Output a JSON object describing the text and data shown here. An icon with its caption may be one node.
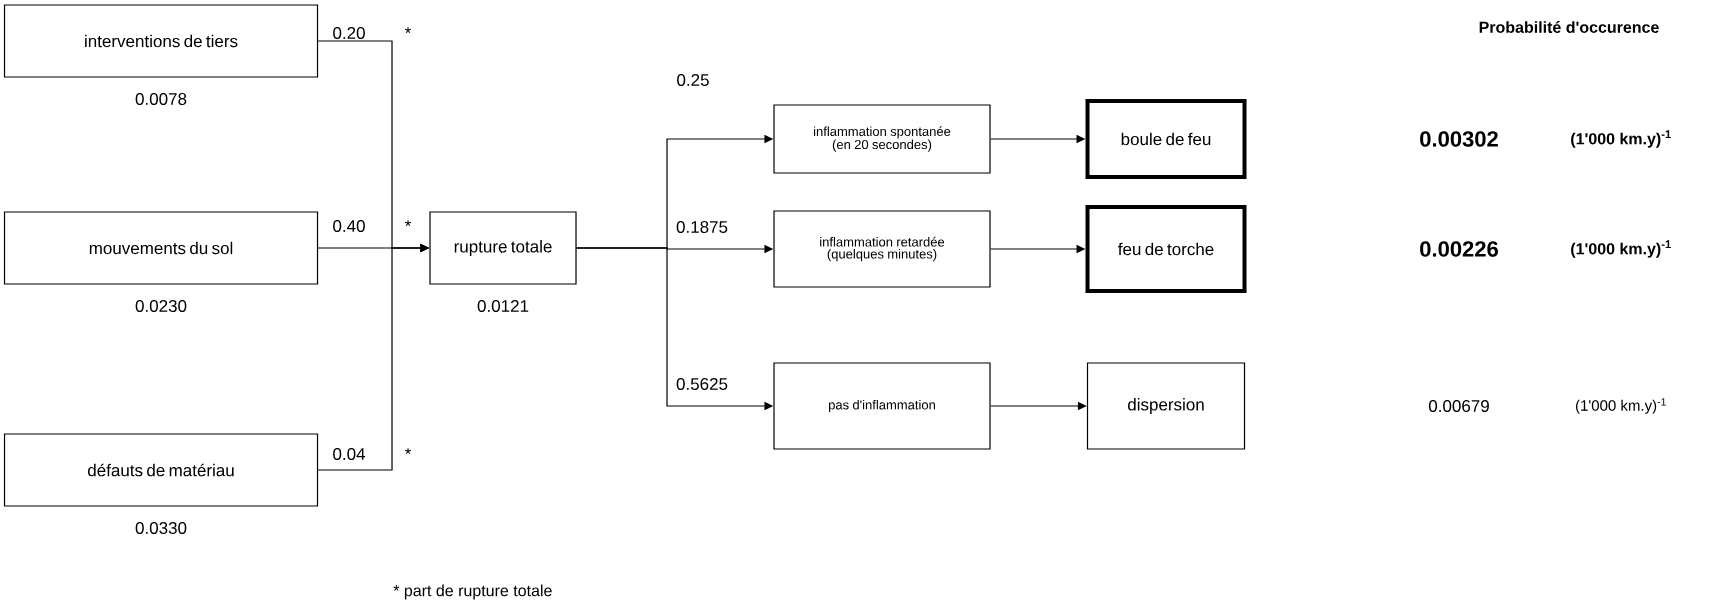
{
  "diagram": {
    "nodes": [
      {
        "text": [
          "interventions de tiers"
        ],
        "beside": [
          "0.0078"
        ]
      },
      {
        "text": [
          "mouvements du sol"
        ],
        "beside": [
          "0.0230"
        ]
      },
      {
        "text": [
          "défauts de matériau"
        ],
        "beside": [
          "0.0330"
        ]
      },
      {
        "text": [
          "rupture totale"
        ],
        "beside": [
          "0.0121"
        ]
      },
      {
        "text": [
          "inflammation spontanée (en 20 secondes)"
        ]
      },
      {
        "text": [
          "boule de feu"
        ]
      },
      {
        "text": [
          "inflammation retardée (quelques minutes)"
        ]
      },
      {
        "text": [
          "feu de torche"
        ]
      },
      {
        "text": [
          "pas d'inflammation"
        ]
      },
      {
        "text": [
          "dispersion"
        ]
      }
    ],
    "edges": [
      {
        "from": 0,
        "to": 3,
        "arrow": "to",
        "label": "0.20"
      },
      {
        "from": 1,
        "to": 3,
        "arrow": "to",
        "label": "0.40"
      },
      {
        "from": 2,
        "to": 3,
        "arrow": "to",
        "label": "0.04"
      },
      {
        "from": 3,
        "to": 4,
        "arrow": "to",
        "label": "0.25"
      },
      {
        "from": 3,
        "to": 6,
        "arrow": "to",
        "label": "0.1875"
      },
      {
        "from": 3,
        "to": 8,
        "arrow": "to",
        "label": "0.5625"
      },
      {
        "from": 4,
        "to": 5,
        "arrow": "to"
      },
      {
        "from": 6,
        "to": 7,
        "arrow": "to"
      },
      {
        "from": 8,
        "to": 9,
        "arrow": "to"
      }
    ],
    "labels": [
      "*",
      "*",
      "*",
      "Probabilité d'occurence",
      "0.00302",
      "(1'000 km.y)$^{-1}$",
      "0.00226",
      "(1'000 km.y)$^{-1}$",
      "0.00679",
      "(1'000 km.y)$^{-1}$",
      "* part de rupture totale"
    ]
  }
}
